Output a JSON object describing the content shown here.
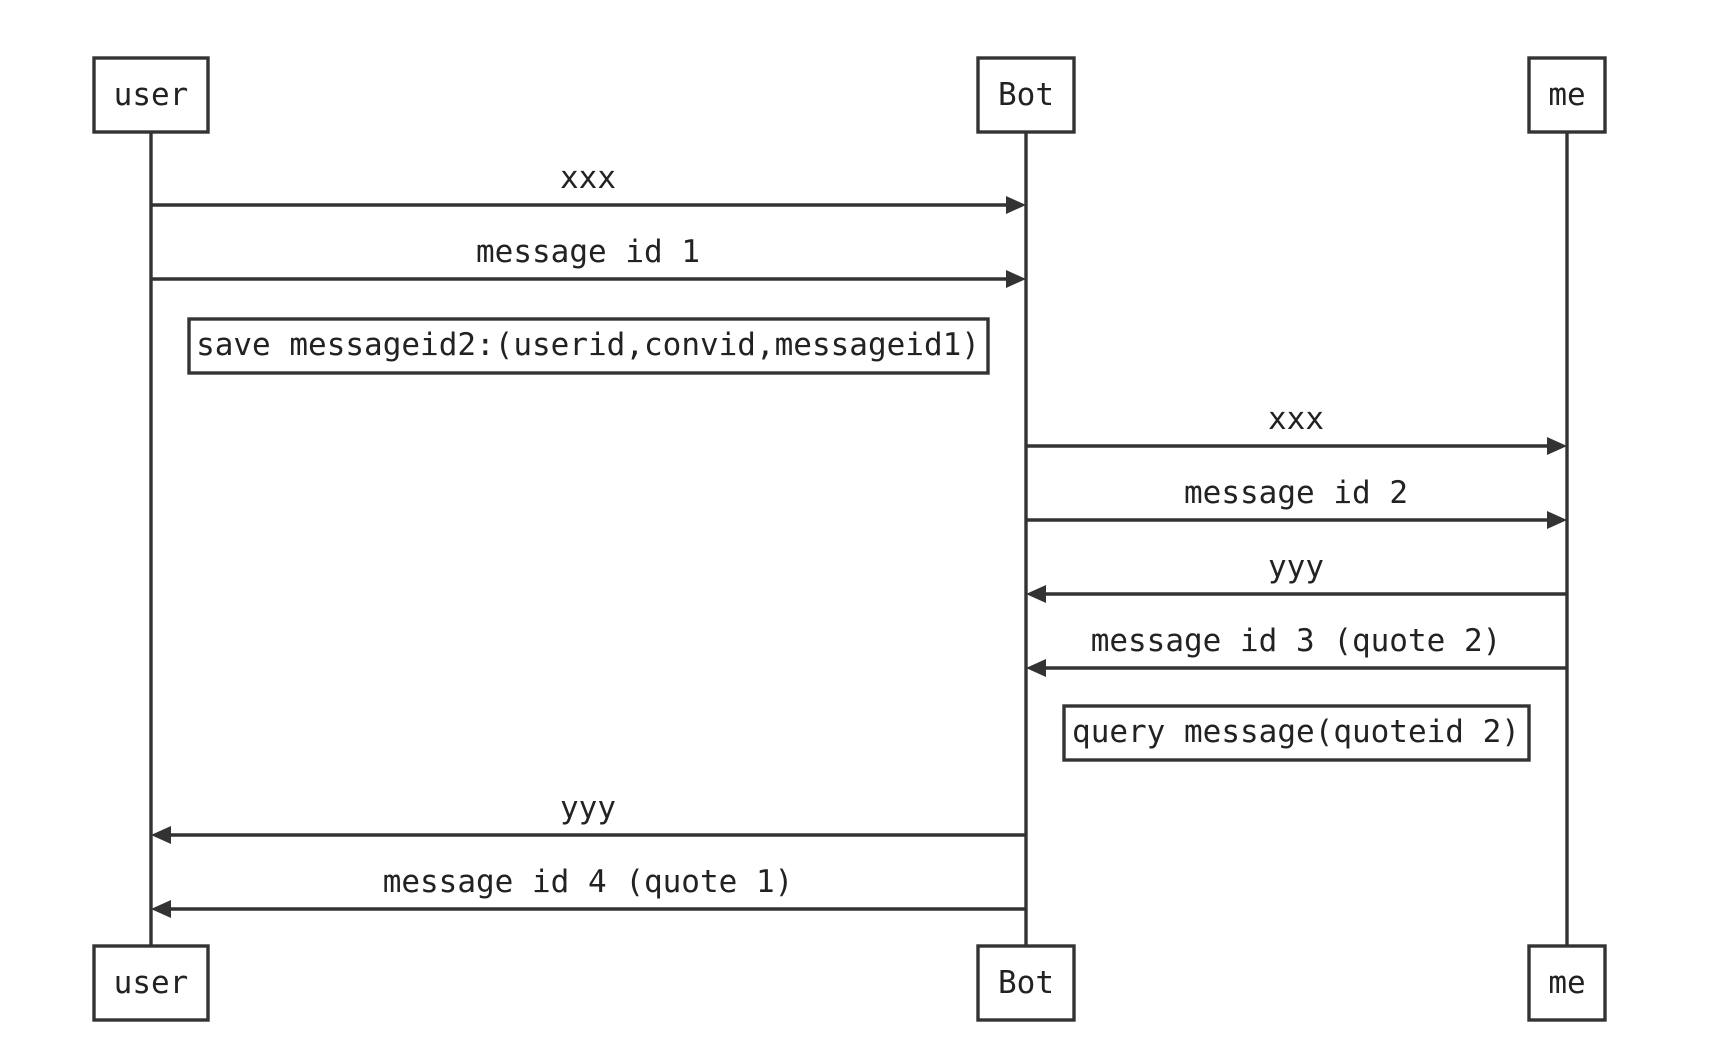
{
  "participants": [
    {
      "id": "user",
      "label": "user"
    },
    {
      "id": "bot",
      "label": "Bot"
    },
    {
      "id": "me",
      "label": "me"
    }
  ],
  "steps": [
    {
      "kind": "message",
      "from": "user",
      "to": "bot",
      "label": "xxx"
    },
    {
      "kind": "message",
      "from": "user",
      "to": "bot",
      "label": "message id 1"
    },
    {
      "kind": "note",
      "over": "user-bot",
      "label": "save messageid2:(userid,convid,messageid1)"
    },
    {
      "kind": "message",
      "from": "bot",
      "to": "me",
      "label": "xxx"
    },
    {
      "kind": "message",
      "from": "bot",
      "to": "me",
      "label": "message id 2"
    },
    {
      "kind": "message",
      "from": "me",
      "to": "bot",
      "label": "yyy"
    },
    {
      "kind": "message",
      "from": "me",
      "to": "bot",
      "label": "message id 3 (quote 2)"
    },
    {
      "kind": "note",
      "over": "bot-me",
      "label": "query message(quoteid 2)"
    },
    {
      "kind": "message",
      "from": "bot",
      "to": "user",
      "label": "yyy"
    },
    {
      "kind": "message",
      "from": "bot",
      "to": "user",
      "label": "message id 4 (quote 1)"
    }
  ],
  "colors": {
    "line": "#333333",
    "text": "#222222",
    "background": "#ffffff"
  }
}
